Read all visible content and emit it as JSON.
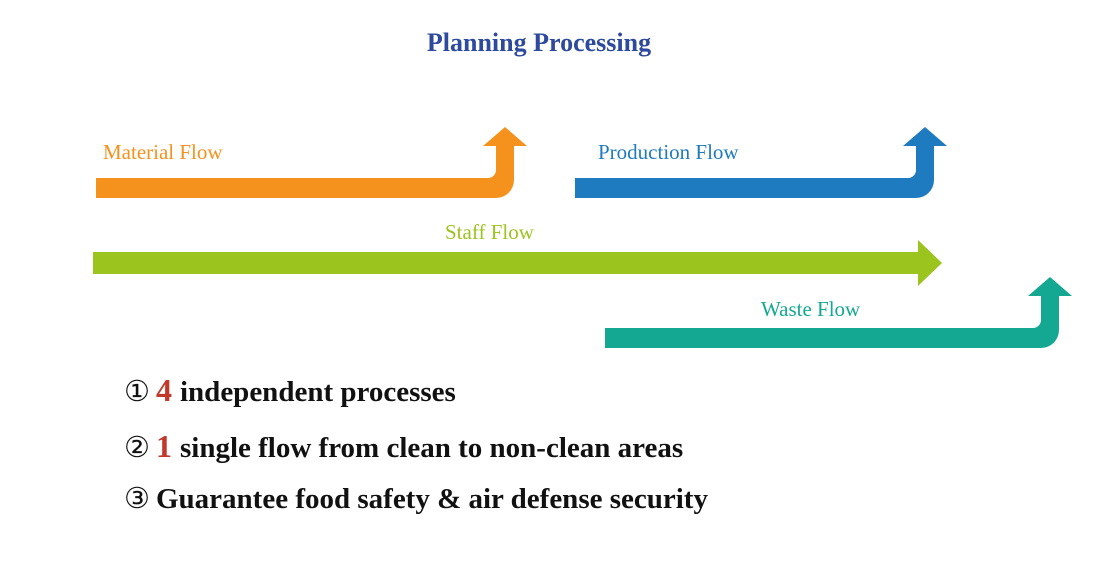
{
  "title": "Planning Processing",
  "flows": {
    "material": {
      "label": "Material Flow",
      "color": "#f5921e"
    },
    "production": {
      "label": "Production Flow",
      "color": "#1e7bbf"
    },
    "staff": {
      "label": "Staff Flow",
      "color": "#9bc41e"
    },
    "waste": {
      "label": "Waste Flow",
      "color": "#14a892"
    }
  },
  "points": [
    {
      "marker": "①",
      "number": "4",
      "text": "independent processes"
    },
    {
      "marker": "②",
      "number": "1",
      "text": "single flow from clean to non-clean areas"
    },
    {
      "marker": "③",
      "number": "",
      "text": "Guarantee food safety & air defense security"
    }
  ],
  "colors": {
    "title": "#2e4a9e",
    "highlight_number": "#c0392b"
  }
}
